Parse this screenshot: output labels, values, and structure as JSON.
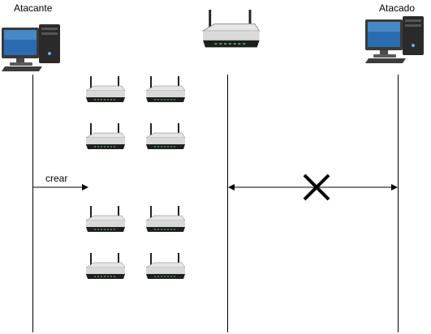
{
  "nodes": {
    "attacker": {
      "label": "Atacante",
      "icon": "desktop-computer-icon"
    },
    "access_point": {
      "label": "",
      "icon": "wireless-router-icon"
    },
    "victim": {
      "label": "Atacado",
      "icon": "desktop-computer-icon"
    }
  },
  "fake_access_points": {
    "icon": "wireless-router-icon",
    "count": 8
  },
  "arrows": {
    "create": {
      "label": "crear"
    },
    "connection": {
      "status": "blocked",
      "marker": "x-icon"
    }
  },
  "colors": {
    "line": "#000000",
    "router_body": "#d9d9d9",
    "monitor_screen": "#2b6cb0",
    "tower": "#2a2a2a"
  }
}
